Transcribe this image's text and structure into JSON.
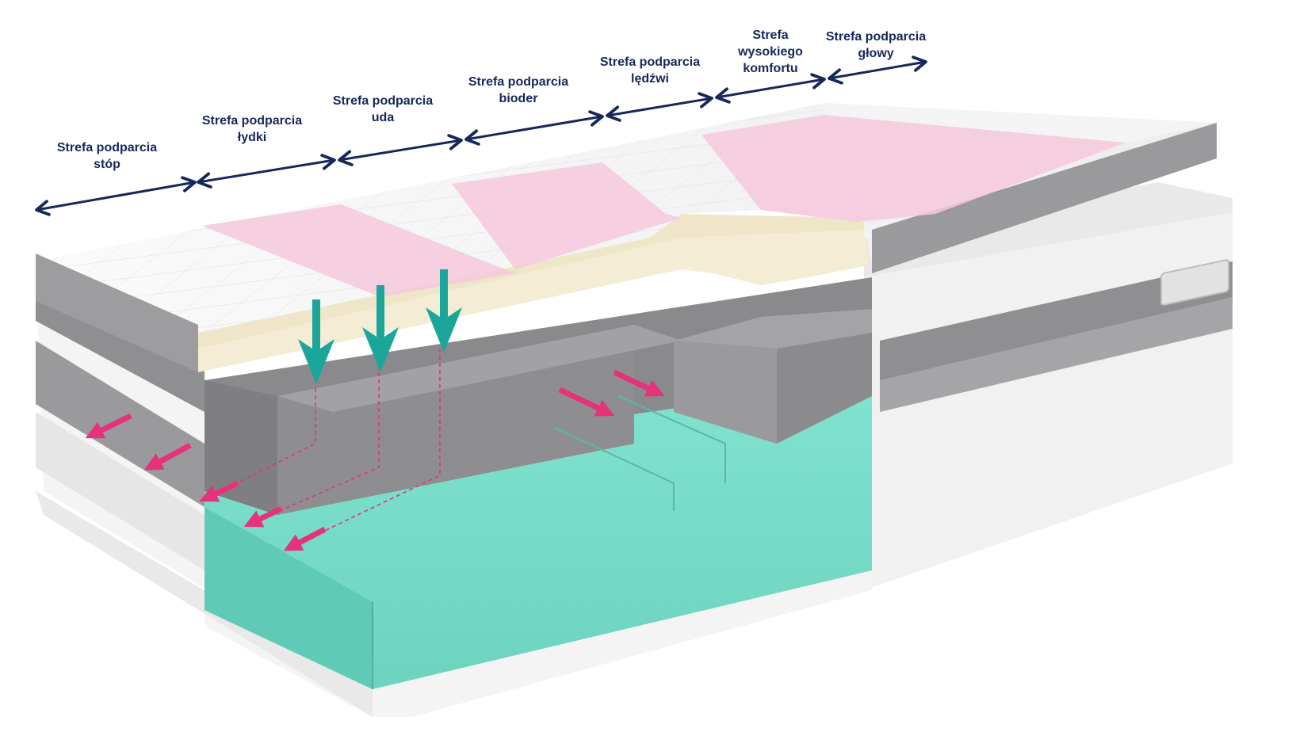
{
  "zones": [
    {
      "id": "stop",
      "lines": [
        "Strefa podparcia",
        "stóp"
      ]
    },
    {
      "id": "lydki",
      "lines": [
        "Strefa podparcia",
        "łydki"
      ]
    },
    {
      "id": "uda",
      "lines": [
        "Strefa podparcia",
        "uda"
      ]
    },
    {
      "id": "bioder",
      "lines": [
        "Strefa podparcia",
        "bioder"
      ]
    },
    {
      "id": "ledzwi",
      "lines": [
        "Strefa podparcia",
        "lędźwi"
      ]
    },
    {
      "id": "komfortu",
      "lines": [
        "Strefa",
        "wysokiego",
        "komfortu"
      ]
    },
    {
      "id": "glowy",
      "lines": [
        "Strefa podparcia",
        "głowy"
      ]
    }
  ],
  "colors": {
    "label_text": "#16285a",
    "dimension_arrow": "#16285a",
    "pressure_arrow": "#1aa79a",
    "spread_arrow": "#e4337a",
    "base_foam": "#7fe0cc",
    "gray_foam": "#8e8e8e",
    "comfort_foam": "#f3ecd6",
    "pink_zone": "#f6c8dc",
    "cover": "#f7f7f7"
  },
  "icons": [
    "dimension-arrow-icon",
    "pressure-arrow-icon",
    "spread-arrow-icon"
  ]
}
